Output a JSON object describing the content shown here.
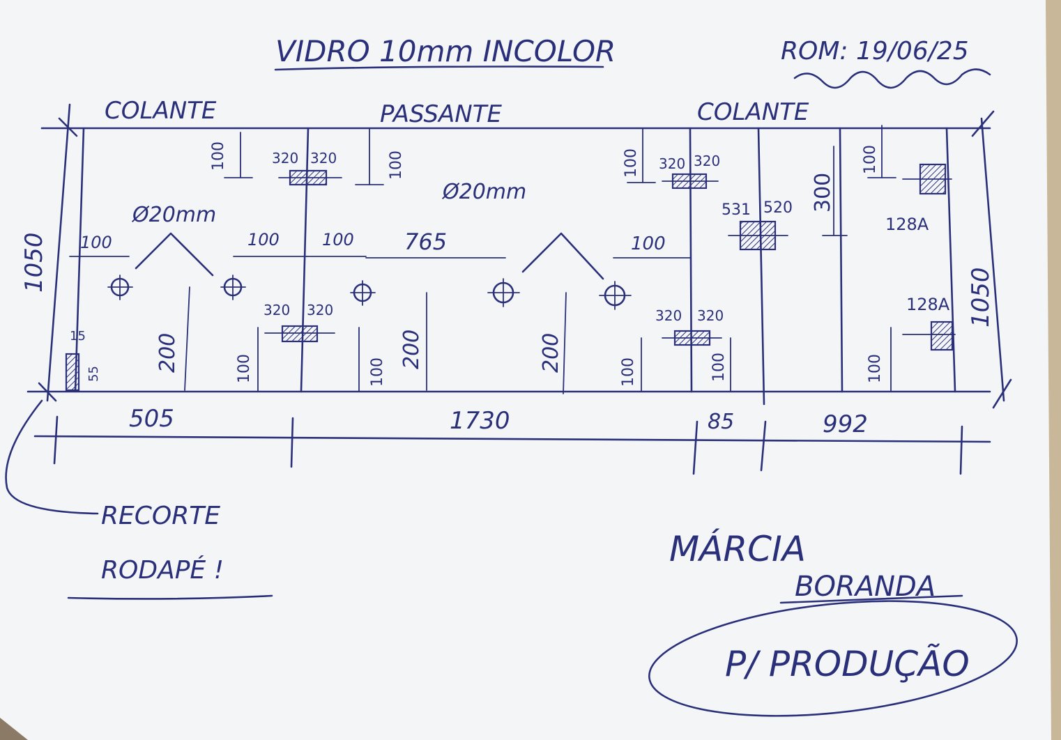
{
  "title": "VIDRO 10mm INCOLOR",
  "date": "ROM: 19/06/25",
  "sections": {
    "left": "COLANTE",
    "middle": "PASSANTE",
    "right": "COLANTE"
  },
  "height_left": "1050",
  "height_right": "1050",
  "hole_diameter_labels": [
    "Ø20mm",
    "Ø20mm"
  ],
  "dimensions": {
    "top_offsets": [
      "100",
      "100",
      "100",
      "100",
      "300"
    ],
    "hinge_widths": [
      "320",
      "320"
    ],
    "lock_widths": [
      "531",
      "520"
    ],
    "hole_spacing": [
      "100",
      "100",
      "100",
      "765",
      "100"
    ],
    "heights_200": [
      "200",
      "200",
      "200"
    ],
    "bottom_offsets": [
      "100",
      "100",
      "100",
      "100",
      "100"
    ],
    "cutout": [
      "15",
      "55"
    ],
    "hardware_code": "128A"
  },
  "bottom_dims": [
    "505",
    "1730",
    "85",
    "992"
  ],
  "note": [
    "RECORTE",
    "RODAPÉ !"
  ],
  "signature": [
    "MÁRCIA",
    "BORANDA"
  ],
  "stamp": "P/ PRODUÇÃO"
}
